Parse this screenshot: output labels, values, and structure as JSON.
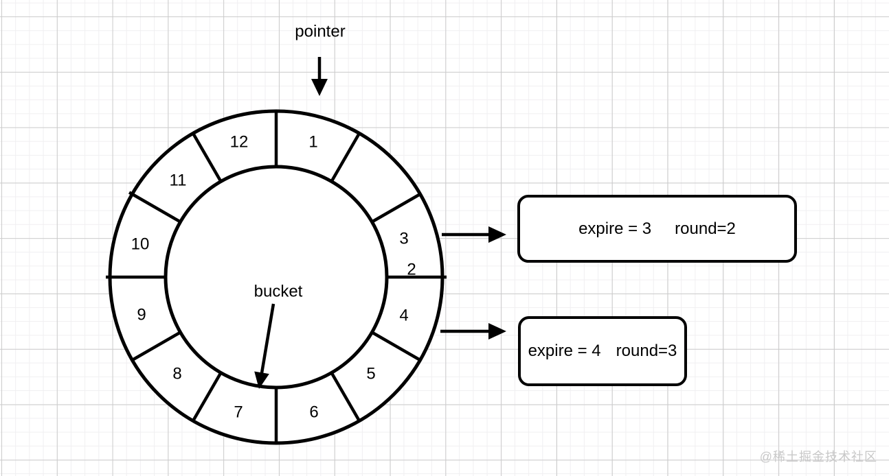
{
  "pointer": {
    "label": "pointer"
  },
  "bucket": {
    "label": "bucket"
  },
  "wheel": {
    "slots": [
      "1",
      "2",
      "3",
      "4",
      "5",
      "6",
      "7",
      "8",
      "9",
      "10",
      "11",
      "12"
    ]
  },
  "notes": [
    {
      "expire": "expire = 3",
      "round": "round=2"
    },
    {
      "expire": "expire = 4",
      "round": "round=3"
    }
  ],
  "watermark": "@稀土掘金技术社区",
  "colors": {
    "line": "#000000",
    "fill": "#ffffff",
    "grid_minor": "#f0eff1",
    "grid_major": "#cbcbcb",
    "watermark_text": "#c8c8c8"
  }
}
